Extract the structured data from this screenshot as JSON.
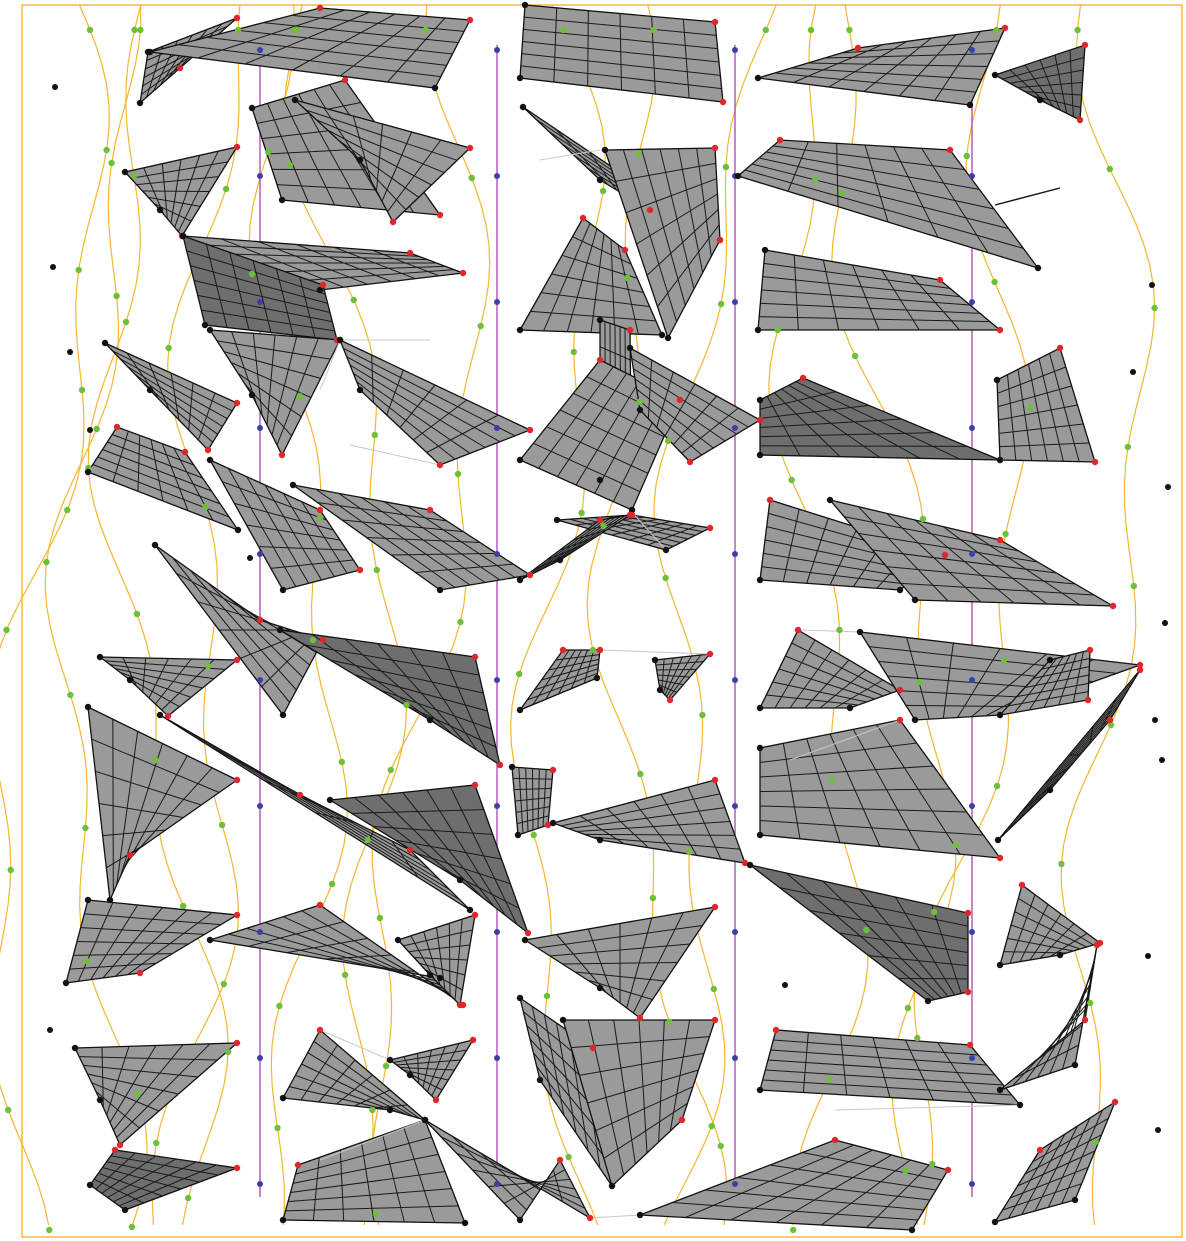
{
  "figure": {
    "kind": "planar mesh of hatched quadrilateral patches over contour lines",
    "colors": {
      "patch_fill": "#9a9a9a",
      "patch_fill_dark": "#6e6e6e",
      "patch_edge": "#111111",
      "contour": "#f3b72e",
      "rail": "#b24fb8",
      "node_black": "#111111",
      "node_red": "#e0262a",
      "node_green": "#6fbf3a",
      "node_blue": "#3b3fa6",
      "background": "#ffffff"
    },
    "counts": {
      "patches": 58,
      "vertical_rails": 4,
      "contours": 14
    }
  }
}
